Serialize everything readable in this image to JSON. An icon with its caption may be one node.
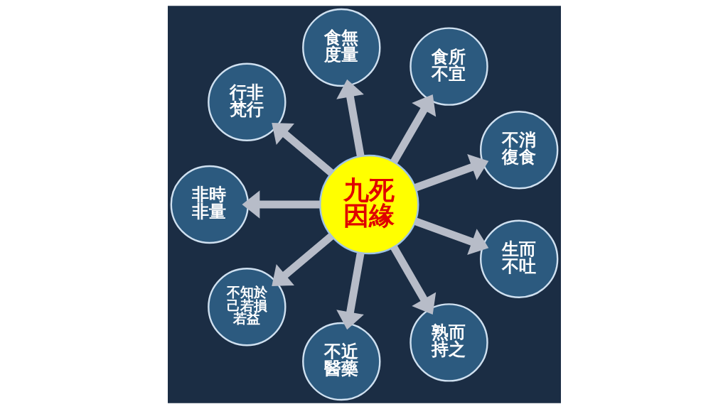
{
  "diagram": {
    "nodes": [
      {
        "text": [
          "九死因緣"
        ]
      },
      {
        "text": [
          "食無度量"
        ]
      },
      {
        "text": [
          "食所不宜"
        ]
      },
      {
        "text": [
          "不消復食"
        ]
      },
      {
        "text": [
          "生而不吐"
        ]
      },
      {
        "text": [
          "熟而持之"
        ]
      },
      {
        "text": [
          "不近醫藥"
        ]
      },
      {
        "text": [
          "不知於己若損若益"
        ]
      },
      {
        "text": [
          "非時非量"
        ]
      },
      {
        "text": [
          "行非梵行"
        ]
      }
    ],
    "edges": [
      {
        "from": 0,
        "to": 1,
        "arrow": "to"
      },
      {
        "from": 0,
        "to": 2,
        "arrow": "to"
      },
      {
        "from": 0,
        "to": 3,
        "arrow": "to"
      },
      {
        "from": 0,
        "to": 4,
        "arrow": "to"
      },
      {
        "from": 0,
        "to": 5,
        "arrow": "to"
      },
      {
        "from": 0,
        "to": 6,
        "arrow": "to"
      },
      {
        "from": 0,
        "to": 7,
        "arrow": "to"
      },
      {
        "from": 0,
        "to": 8,
        "arrow": "to"
      },
      {
        "from": 0,
        "to": 9,
        "arrow": "to"
      }
    ]
  }
}
